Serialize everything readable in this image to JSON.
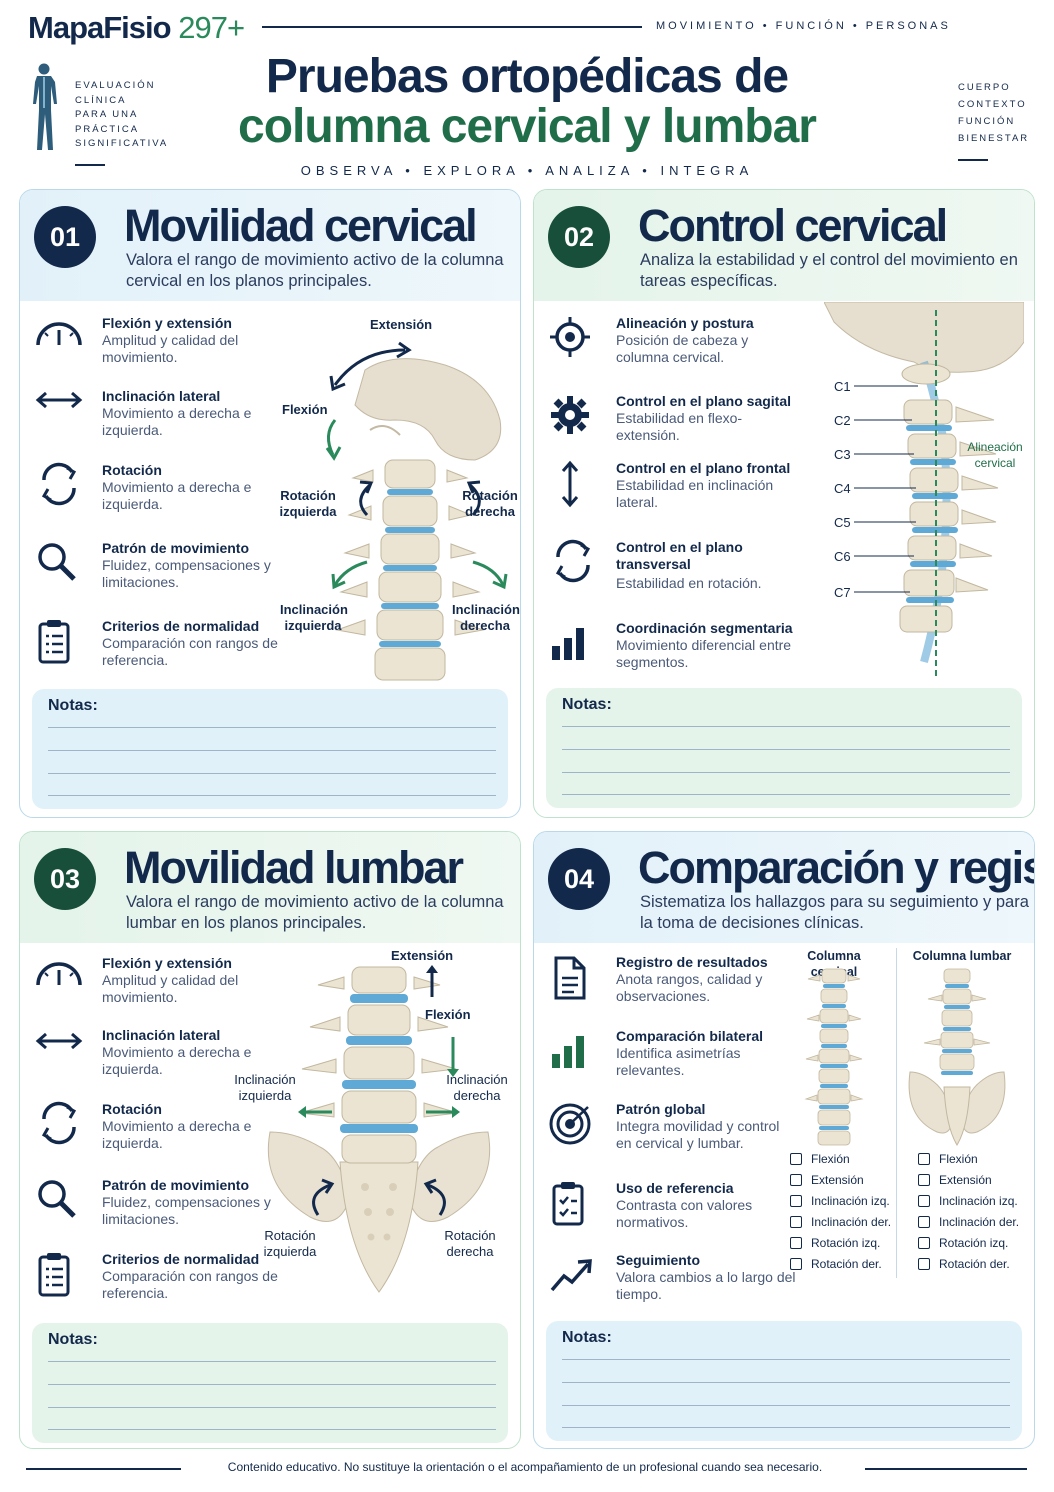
{
  "header": {
    "brand": "MapaFisio",
    "brand_num": "297+",
    "tagline": "MOVIMIENTO  •  FUNCIÓN  •  PERSONAS",
    "left_copy": [
      "EVALUACIÓN",
      "CLÍNICA",
      "PARA UNA",
      "PRÁCTICA",
      "SIGNIFICATIVA"
    ],
    "right_copy": [
      "CUERPO",
      "CONTEXTO",
      "FUNCIÓN",
      "BIENESTAR"
    ],
    "title_line1": "Pruebas ortopédicas de",
    "title_line2": "columna cervical y lumbar",
    "subtitle": "OBSERVA  •  EXPLORA  •  ANALIZA  •  INTEGRA"
  },
  "panels": {
    "p1": {
      "num": "01",
      "title": "Movilidad cervical",
      "desc": "Valora el rango de movimiento activo de la columna cervical en los planos principales.",
      "items": [
        {
          "title": "Flexión y extensión",
          "desc": "Amplitud y calidad del movimiento.",
          "icon": "gauge-icon"
        },
        {
          "title": "Inclinación lateral",
          "desc": "Movimiento a derecha e izquierda.",
          "icon": "double-arrow-icon"
        },
        {
          "title": "Rotación",
          "desc": "Movimiento a derecha e izquierda.",
          "icon": "rotate-icon"
        },
        {
          "title": "Patrón de movimiento",
          "desc": "Fluidez, compensaciones y limitaciones.",
          "icon": "magnifier-icon"
        },
        {
          "title": "Criterios de normalidad",
          "desc": "Comparación con rangos de referencia.",
          "icon": "clipboard-icon"
        }
      ],
      "labels": {
        "extension": "Extensión",
        "flexion": "Flexión",
        "rot_left": "Rotación izquierda",
        "rot_right": "Rotación derecha",
        "incl_left": "Inclinación izquierda",
        "incl_right": "Inclinación derecha"
      },
      "notes": "Notas:"
    },
    "p2": {
      "num": "02",
      "title": "Control cervical",
      "desc": "Analiza la estabilidad y el control del movimiento en tareas específicas.",
      "items": [
        {
          "title": "Alineación y postura",
          "desc": "Posición de cabeza y columna cervical.",
          "icon": "target-icon"
        },
        {
          "title": "Control en el plano sagital",
          "desc": "Estabilidad en flexo-extensión.",
          "icon": "gear-icon"
        },
        {
          "title": "Control en el plano frontal",
          "desc": "Estabilidad en inclinación lateral.",
          "icon": "vertical-arrow-icon"
        },
        {
          "title": "Control en el plano transversal",
          "desc": "Estabilidad en rotación.",
          "icon": "rotate-icon"
        },
        {
          "title": "Coordinación segmentaria",
          "desc": "Movimiento diferencial entre segmentos.",
          "icon": "bar-chart-icon"
        }
      ],
      "vertebrae": [
        "C1",
        "C2",
        "C3",
        "C4",
        "C5",
        "C6",
        "C7"
      ],
      "alignment_label": "Alineación cervical",
      "notes": "Notas:"
    },
    "p3": {
      "num": "03",
      "title": "Movilidad lumbar",
      "desc": "Valora el rango de movimiento activo de la columna lumbar en los planos principales.",
      "items": [
        {
          "title": "Flexión y extensión",
          "desc": "Amplitud y calidad del movimiento.",
          "icon": "gauge-icon"
        },
        {
          "title": "Inclinación lateral",
          "desc": "Movimiento a derecha e izquierda.",
          "icon": "double-arrow-icon"
        },
        {
          "title": "Rotación",
          "desc": "Movimiento a derecha e izquierda.",
          "icon": "rotate-icon"
        },
        {
          "title": "Patrón de movimiento",
          "desc": "Fluidez, compensaciones y limitaciones.",
          "icon": "magnifier-icon"
        },
        {
          "title": "Criterios de normalidad",
          "desc": "Comparación con rangos de referencia.",
          "icon": "clipboard-icon"
        }
      ],
      "labels": {
        "extension": "Extensión",
        "flexion": "Flexión",
        "incl_left": "Inclinación izquierda",
        "incl_right": "Inclinación derecha",
        "rot_left": "Rotación izquierda",
        "rot_right": "Rotación derecha"
      },
      "notes": "Notas:"
    },
    "p4": {
      "num": "04",
      "title": "Comparación y registro",
      "desc": "Sistematiza los hallazgos para su seguimiento y para la toma de decisiones clínicas.",
      "items": [
        {
          "title": "Registro de resultados",
          "desc": "Anota rangos, calidad y observaciones.",
          "icon": "document-icon"
        },
        {
          "title": "Comparación bilateral",
          "desc": "Identifica asimetrías relevantes.",
          "icon": "bar-chart-icon"
        },
        {
          "title": "Patrón global",
          "desc": "Integra movilidad y control en cervical y lumbar.",
          "icon": "target-icon"
        },
        {
          "title": "Uso de referencia",
          "desc": "Contrasta con valores normativos.",
          "icon": "clipboard-check-icon"
        },
        {
          "title": "Seguimiento",
          "desc": "Valora cambios a lo largo del tiempo.",
          "icon": "trend-icon"
        }
      ],
      "col_cervical": "Columna cervical",
      "col_lumbar": "Columna lumbar",
      "checklist": [
        "Flexión",
        "Extensión",
        "Inclinación izq.",
        "Inclinación der.",
        "Rotación izq.",
        "Rotación der."
      ],
      "notes": "Notas:"
    }
  },
  "footer": "Contenido educativo. No sustituye la orientación o el acompañamiento de un profesional cuando sea necesario."
}
